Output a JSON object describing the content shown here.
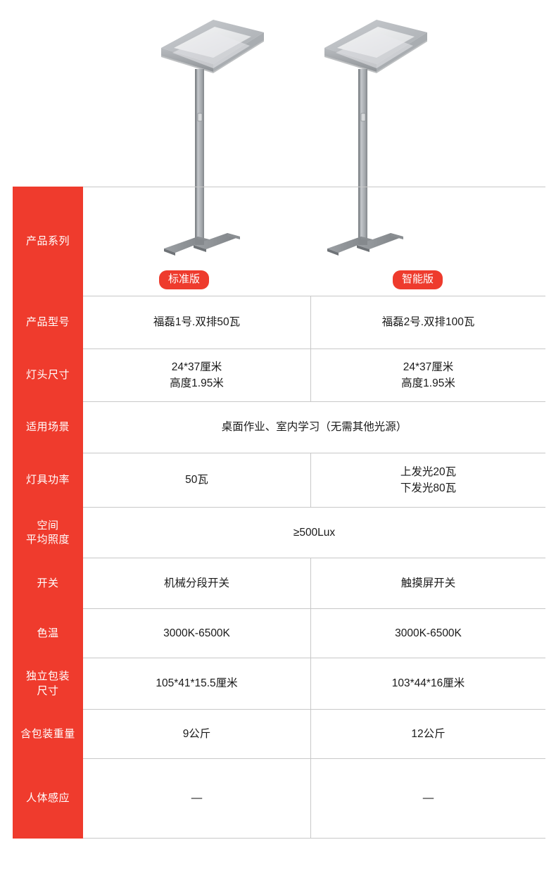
{
  "colors": {
    "brand_red": "#ef3b2d",
    "badge_red": "#ee3b2d",
    "border_gray": "#c8c8c8",
    "lamp_gray": "#9a9da1",
    "text": "#1a1a1a"
  },
  "products": [
    {
      "badge": "标准版"
    },
    {
      "badge": "智能版"
    }
  ],
  "rows": [
    {
      "label": "产品系列",
      "type": "series",
      "values": [
        "标准版",
        "智能版"
      ]
    },
    {
      "label": "产品型号",
      "type": "split",
      "values": [
        "福磊1号.双排50瓦",
        "福磊2号.双排100瓦"
      ]
    },
    {
      "label": "灯头尺寸",
      "type": "split",
      "values": [
        "24*37厘米\n高度1.95米",
        "24*37厘米\n高度1.95米"
      ]
    },
    {
      "label": "适用场景",
      "type": "merged",
      "values": [
        "桌面作业、室内学习（无需其他光源）"
      ]
    },
    {
      "label": "灯具功率",
      "type": "split",
      "values": [
        "50瓦",
        "上发光20瓦\n下发光80瓦"
      ]
    },
    {
      "label": "空间\n平均照度",
      "type": "merged",
      "values": [
        "≥500Lux"
      ]
    },
    {
      "label": "开关",
      "type": "split",
      "values": [
        "机械分段开关",
        "触摸屏开关"
      ]
    },
    {
      "label": "色温",
      "type": "split",
      "values": [
        "3000K-6500K",
        "3000K-6500K"
      ]
    },
    {
      "label": "独立包装\n尺寸",
      "type": "split",
      "values": [
        "105*41*15.5厘米",
        "103*44*16厘米"
      ]
    },
    {
      "label": "含包装重量",
      "type": "split",
      "values": [
        "9公斤",
        "12公斤"
      ]
    },
    {
      "label": "人体感应",
      "type": "split",
      "values": [
        "—",
        "—"
      ]
    }
  ],
  "illustration": {
    "lamp_left_name": "standard-floor-lamp",
    "lamp_right_name": "smart-floor-lamp"
  }
}
